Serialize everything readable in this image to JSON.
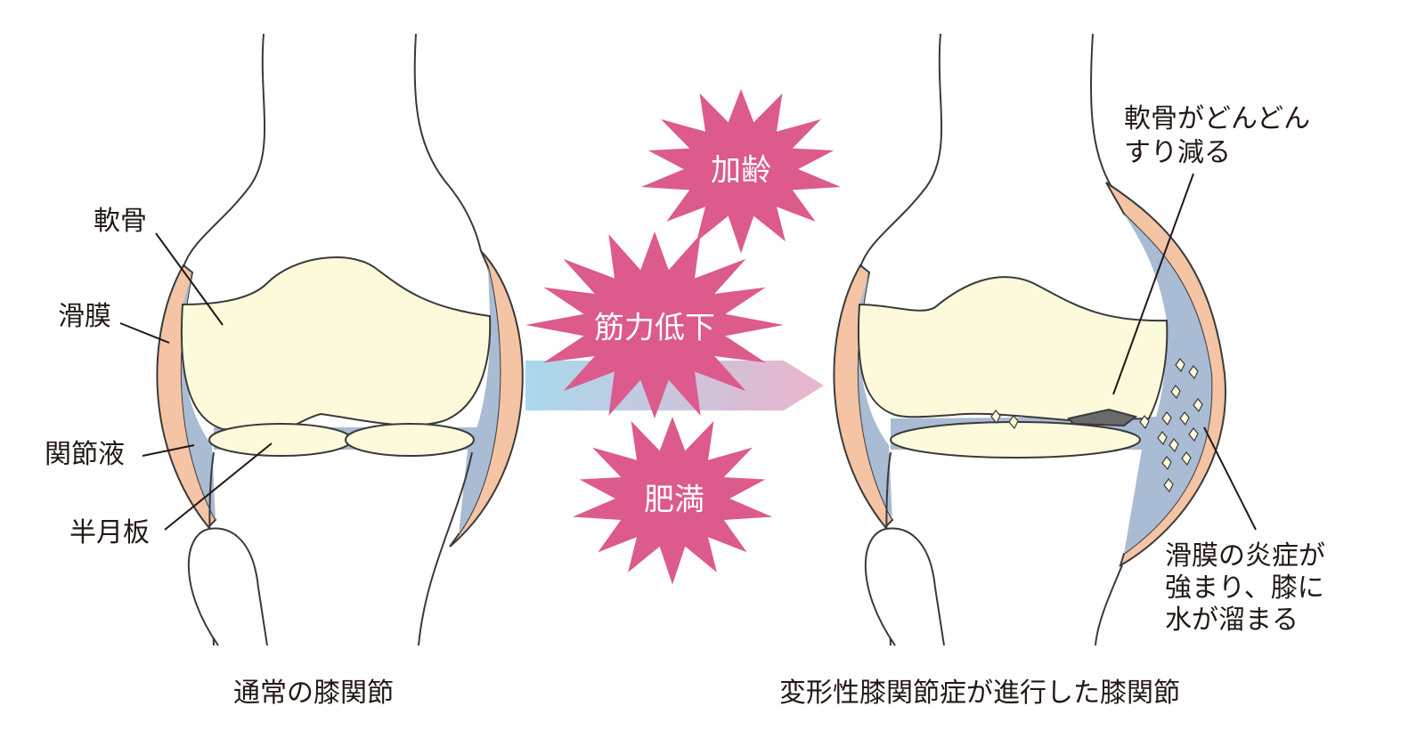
{
  "colors": {
    "burst": "#dc5a8c",
    "cartilage": "#fdfadc",
    "fluid": "#a9bcd4",
    "synovium": "#f4c4a4",
    "line": "#3a3a3a",
    "arrow_start": "#a8d8ec",
    "arrow_end": "#eab4cc",
    "worn": "#6b6b6b"
  },
  "normal": {
    "caption": "通常の膝関節",
    "labels": {
      "cartilage": "軟骨",
      "synovium": "滑膜",
      "synovial_fluid": "関節液",
      "meniscus": "半月板"
    }
  },
  "factors": [
    {
      "label": "加齢"
    },
    {
      "label": "筋力低下"
    },
    {
      "label": "肥満"
    }
  ],
  "oa": {
    "caption": "変形性膝関節症が進行した膝関節",
    "cartilage_note": [
      "軟骨がどんどん",
      "すり減る"
    ],
    "synovium_note": [
      "滑膜の炎症が",
      "強まり、膝に",
      "水が溜まる"
    ]
  }
}
